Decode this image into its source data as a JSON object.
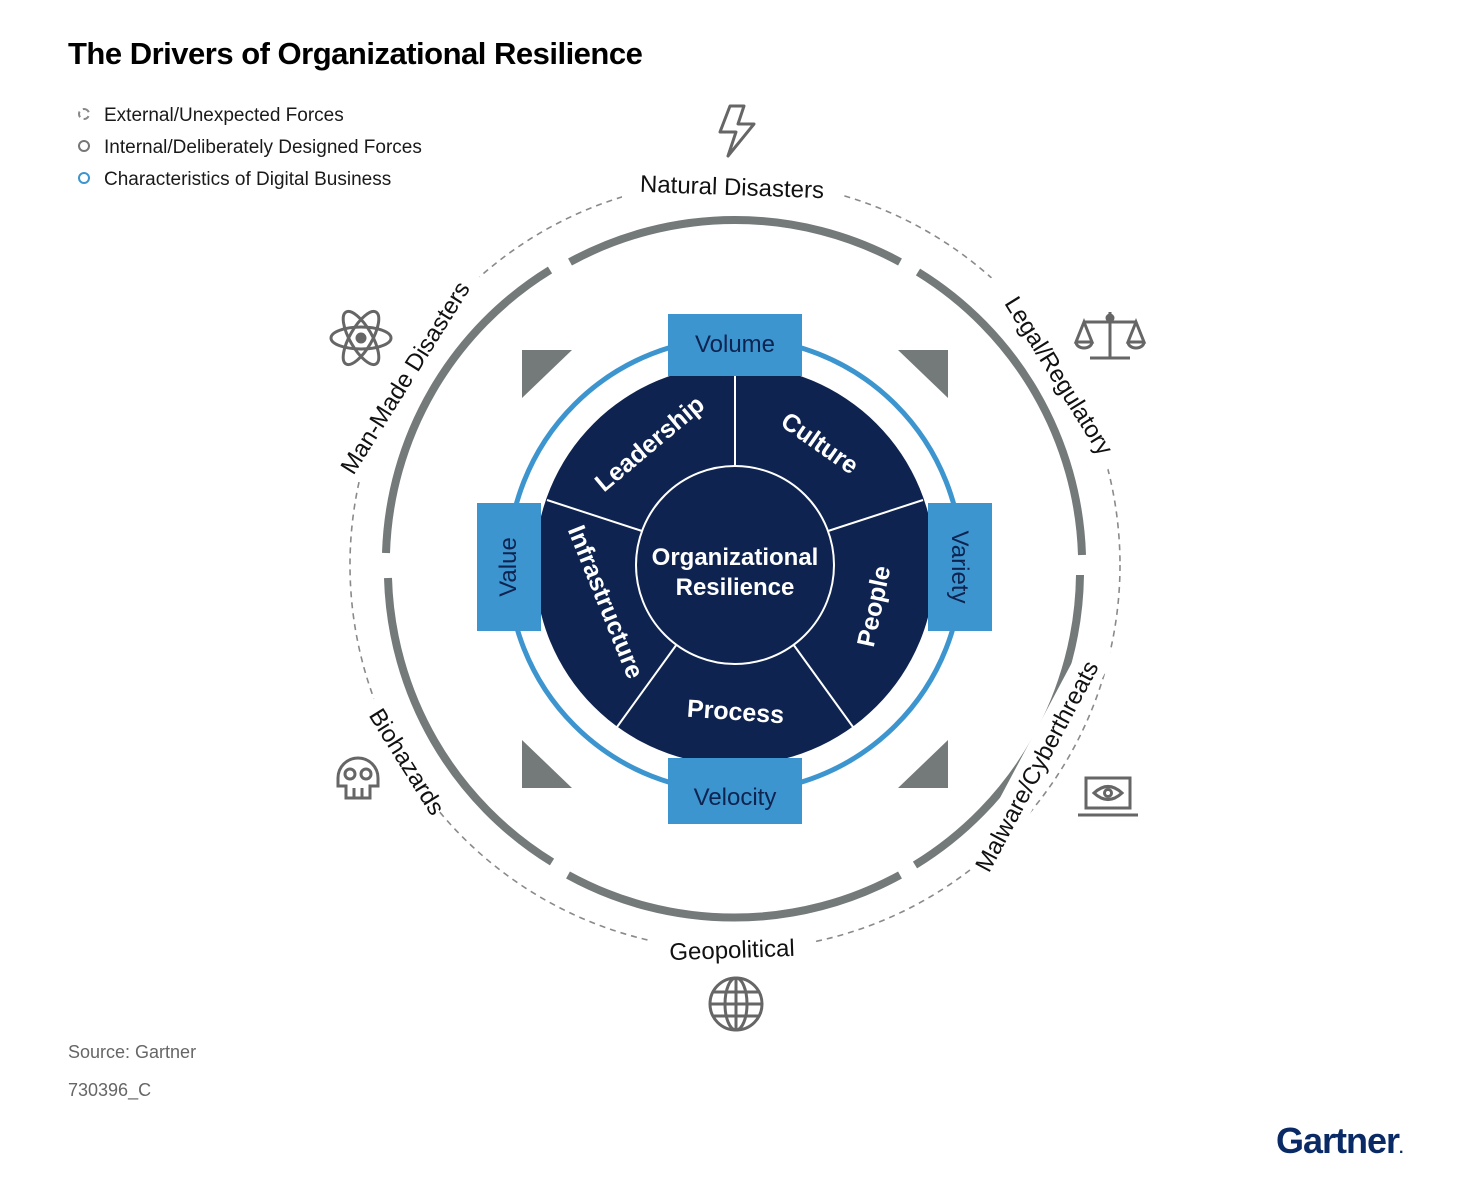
{
  "title": "The Drivers of Organizational Resilience",
  "legend": [
    {
      "label": "External/Unexpected Forces",
      "style": "dashed"
    },
    {
      "label": "Internal/Deliberately Designed Forces",
      "style": "solid-gray"
    },
    {
      "label": "Characteristics of Digital Business",
      "style": "solid-blue"
    }
  ],
  "external_forces": [
    {
      "label": "Natural Disasters",
      "icon": "lightning-icon"
    },
    {
      "label": "Legal/Regulatory",
      "icon": "scales-icon"
    },
    {
      "label": "Malware/Cyberthreats",
      "icon": "laptop-eye-icon"
    },
    {
      "label": "Geopolitical",
      "icon": "globe-icon"
    },
    {
      "label": "Biohazards",
      "icon": "skull-icon"
    },
    {
      "label": "Man-Made Disasters",
      "icon": "atom-icon"
    }
  ],
  "digital_characteristics": {
    "top": "Volume",
    "right": "Variety",
    "bottom": "Velocity",
    "left": "Value"
  },
  "internal_forces": [
    "Leadership",
    "Culture",
    "People",
    "Process",
    "Infrastructure"
  ],
  "center": {
    "line1": "Organizational",
    "line2": "Resilience"
  },
  "colors": {
    "navy": "#0e2350",
    "blue": "#3d95cf",
    "gray": "#737a79",
    "dashed": "#888888"
  },
  "source": "Source: Gartner",
  "code": "730396_C",
  "logo": "Gartner"
}
